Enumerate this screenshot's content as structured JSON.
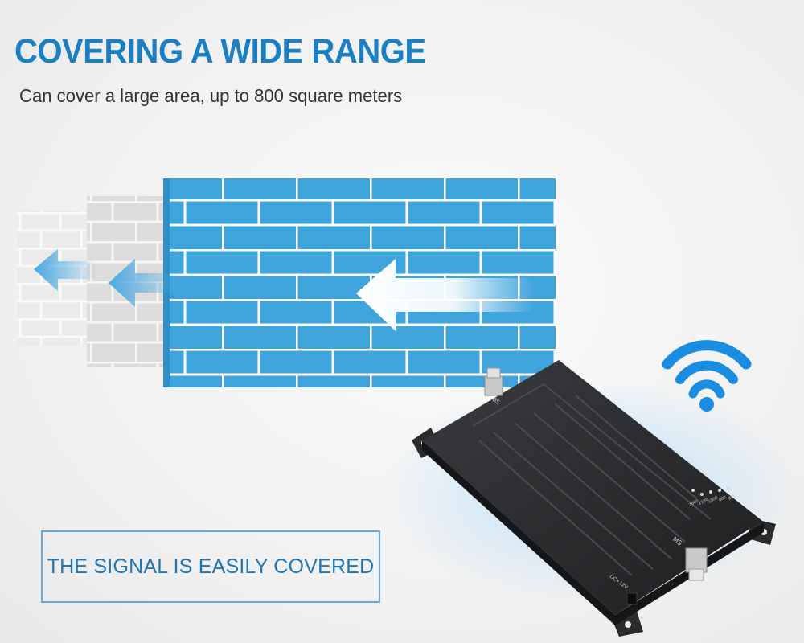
{
  "headline": "COVERING A WIDE RANGE",
  "subhead": "Can cover a large area, up to 800 square meters",
  "callout": "THE SIGNAL IS EASILY COVERED",
  "device": {
    "top_label": "BS",
    "bottom_label": "MS",
    "power_label": "DC+12V",
    "band_labels": [
      "2600",
      "2100",
      "1800",
      "900",
      "800"
    ]
  },
  "colors": {
    "brand_blue": "#1b7fc2",
    "wall_blue": "#3fa3dc",
    "wall_grey": "#dcdcdc",
    "device_body": "#2a2b2d",
    "wifi_blue": "#1a8de0"
  },
  "icons": [
    "arrow-left-icon",
    "wifi-icon"
  ]
}
